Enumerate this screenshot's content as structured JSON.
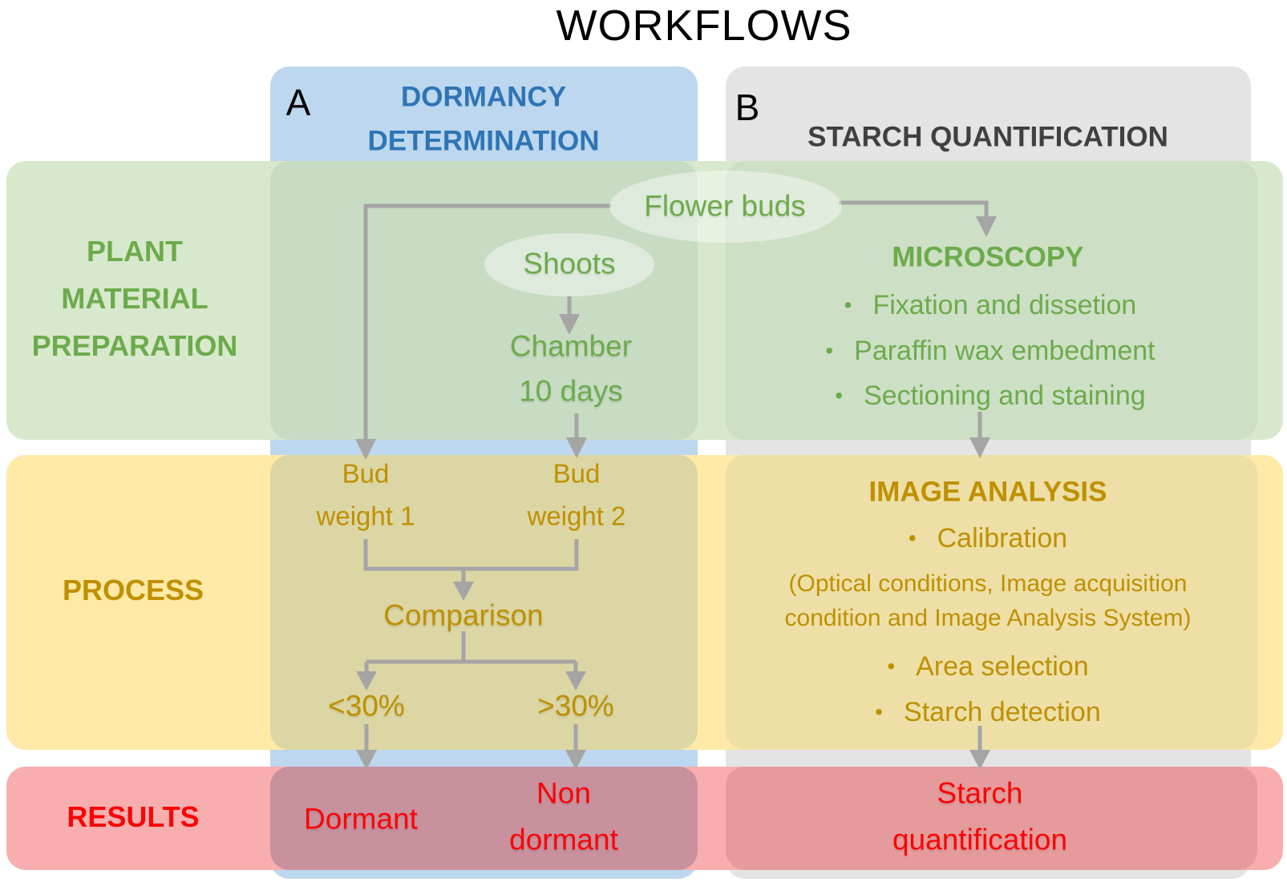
{
  "title": "WORKFLOWS",
  "glyphs": {
    "bullet": "•"
  },
  "columns": {
    "a": {
      "label": "A",
      "title_line1": "DORMANCY",
      "title_line2": "DETERMINATION"
    },
    "b": {
      "label": "B",
      "title": "STARCH QUANTIFICATION"
    }
  },
  "bands": {
    "plant_material": {
      "line1": "PLANT",
      "line2": "MATERIAL",
      "line3": "PREPARATION"
    },
    "process": {
      "label": "PROCESS"
    },
    "results": {
      "label": "RESULTS"
    }
  },
  "workflow_a": {
    "flower_buds": "Flower buds",
    "shoots": "Shoots",
    "chamber_line1": "Chamber",
    "chamber_line2": "10 days",
    "bud_weight_1_line1": "Bud",
    "bud_weight_1_line2": "weight 1",
    "bud_weight_2_line1": "Bud",
    "bud_weight_2_line2": "weight 2",
    "comparison": "Comparison",
    "less_than_30": "<30%",
    "greater_than_30": ">30%",
    "dormant": "Dormant",
    "non_dormant_line1": "Non",
    "non_dormant_line2": "dormant"
  },
  "workflow_b": {
    "microscopy_title": "MICROSCOPY",
    "microscopy_bullets": [
      "Fixation and dissetion",
      "Paraffin wax embedment",
      "Sectioning and staining"
    ],
    "image_analysis_title": "IMAGE ANALYSIS",
    "image_analysis_bullets": [
      "Calibration",
      "Area selection",
      "Starch detection"
    ],
    "calibration_note_line1": "(Optical conditions, Image acquisition",
    "calibration_note_line2": "condition and Image Analysis System)",
    "starch_line1": "Starch",
    "starch_line2": "quantification"
  },
  "colors": {
    "column_a_fill": "#BDD7EE",
    "column_b_fill": "#E5E4E4",
    "band_green": "#D8E8CC",
    "band_green_over_a": "#C7DCC3",
    "band_green_over_b": "#CDDFC5",
    "band_yellow": "#FEE9A7",
    "band_yellow_over_a": "#DBD6A4",
    "band_yellow_over_b": "#EDDFA6",
    "band_red": "#F8AEAE",
    "band_red_over_a": "#C9909E",
    "band_red_over_b": "#E59B9B",
    "text_green": "#6CAB4C",
    "text_gold": "#BF9000",
    "text_red": "#FA0505",
    "text_blue": "#2E75B6",
    "text_darkgray": "#404040",
    "arrow_gray": "#A5A5A5"
  }
}
